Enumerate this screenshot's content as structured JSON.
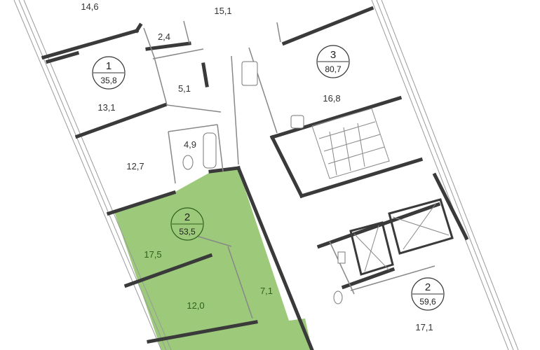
{
  "colors": {
    "highlight": "#9dc97b",
    "wall": "#3a3a3a",
    "thin": "#888888"
  },
  "apartments": [
    {
      "id": "apt-1",
      "number": "1",
      "area": "35,8",
      "highlighted": false
    },
    {
      "id": "apt-3",
      "number": "3",
      "area": "80,7",
      "highlighted": false
    },
    {
      "id": "apt-2-left",
      "number": "2",
      "area": "53,5",
      "highlighted": true
    },
    {
      "id": "apt-2-right",
      "number": "2",
      "area": "59,6",
      "highlighted": false
    }
  ],
  "rooms": [
    {
      "id": "r-14-6",
      "area": "14,6"
    },
    {
      "id": "r-15-1",
      "area": "15,1"
    },
    {
      "id": "r-2-4",
      "area": "2,4"
    },
    {
      "id": "r-5-1",
      "area": "5,1"
    },
    {
      "id": "r-13-1",
      "area": "13,1"
    },
    {
      "id": "r-16-8",
      "area": "16,8"
    },
    {
      "id": "r-4-9",
      "area": "4,9"
    },
    {
      "id": "r-12-7",
      "area": "12,7"
    },
    {
      "id": "r-17-5",
      "area": "17,5"
    },
    {
      "id": "r-12-0",
      "area": "12,0"
    },
    {
      "id": "r-7-1",
      "area": "7,1"
    },
    {
      "id": "r-17-1",
      "area": "17,1"
    }
  ]
}
